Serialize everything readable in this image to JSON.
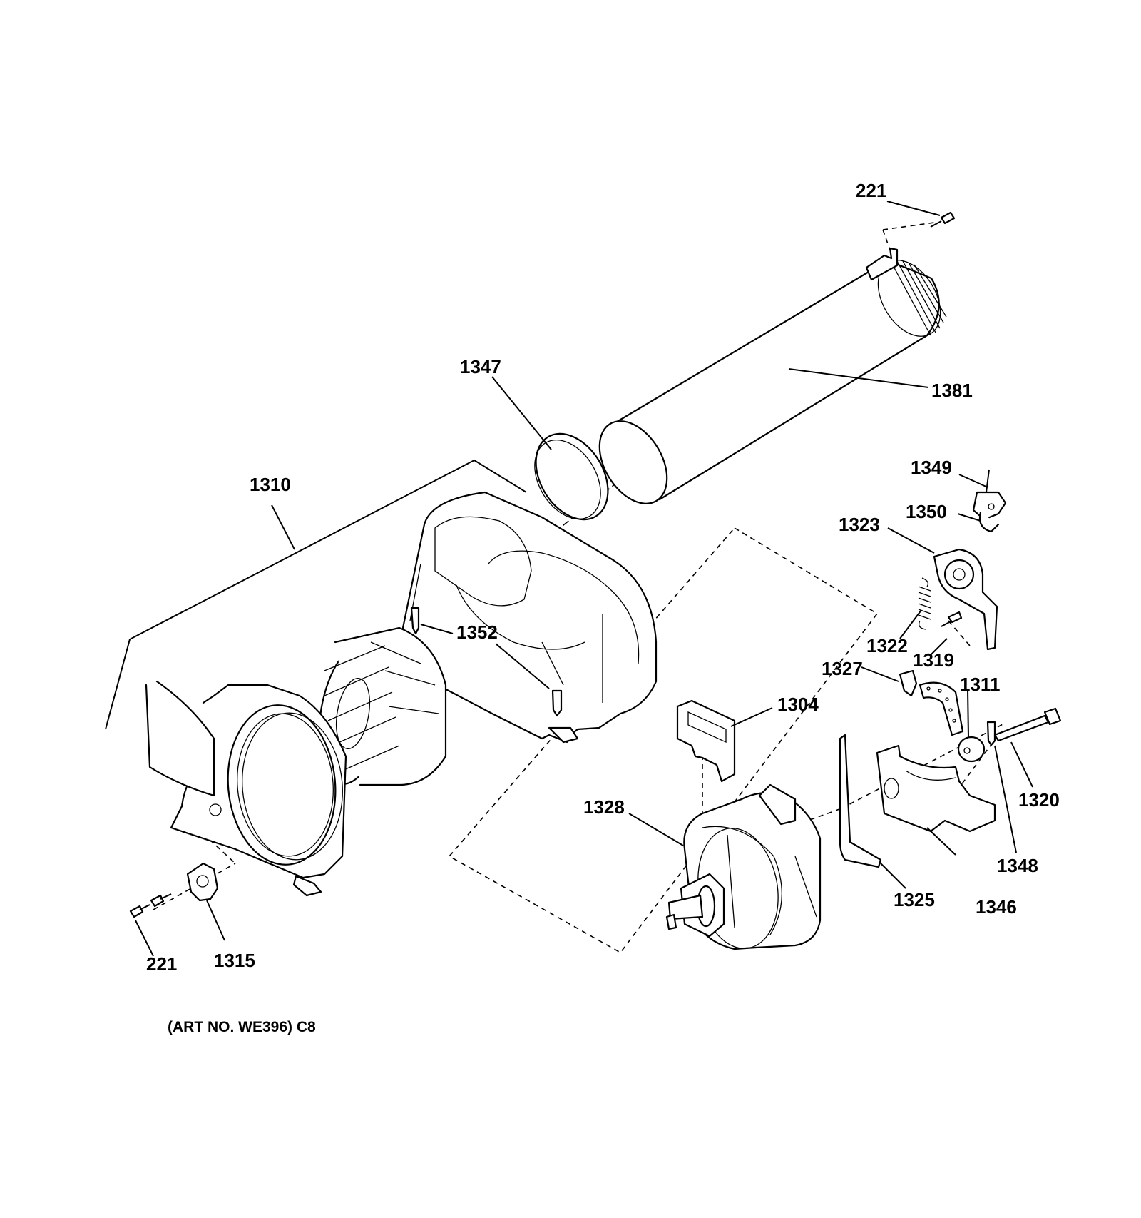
{
  "diagram": {
    "art_number": "(ART NO. WE396) C8",
    "parts": [
      {
        "id": "221-top",
        "label": "221"
      },
      {
        "id": "1381",
        "label": "1381"
      },
      {
        "id": "1347",
        "label": "1347"
      },
      {
        "id": "1310",
        "label": "1310"
      },
      {
        "id": "1349",
        "label": "1349"
      },
      {
        "id": "1350",
        "label": "1350"
      },
      {
        "id": "1323",
        "label": "1323"
      },
      {
        "id": "1352",
        "label": "1352"
      },
      {
        "id": "1322",
        "label": "1322"
      },
      {
        "id": "1319",
        "label": "1319"
      },
      {
        "id": "1327",
        "label": "1327"
      },
      {
        "id": "1311",
        "label": "1311"
      },
      {
        "id": "1304",
        "label": "1304"
      },
      {
        "id": "1320",
        "label": "1320"
      },
      {
        "id": "1328",
        "label": "1328"
      },
      {
        "id": "1348",
        "label": "1348"
      },
      {
        "id": "1325",
        "label": "1325"
      },
      {
        "id": "1346",
        "label": "1346"
      },
      {
        "id": "221-bottom",
        "label": "221"
      },
      {
        "id": "1315",
        "label": "1315"
      }
    ]
  }
}
